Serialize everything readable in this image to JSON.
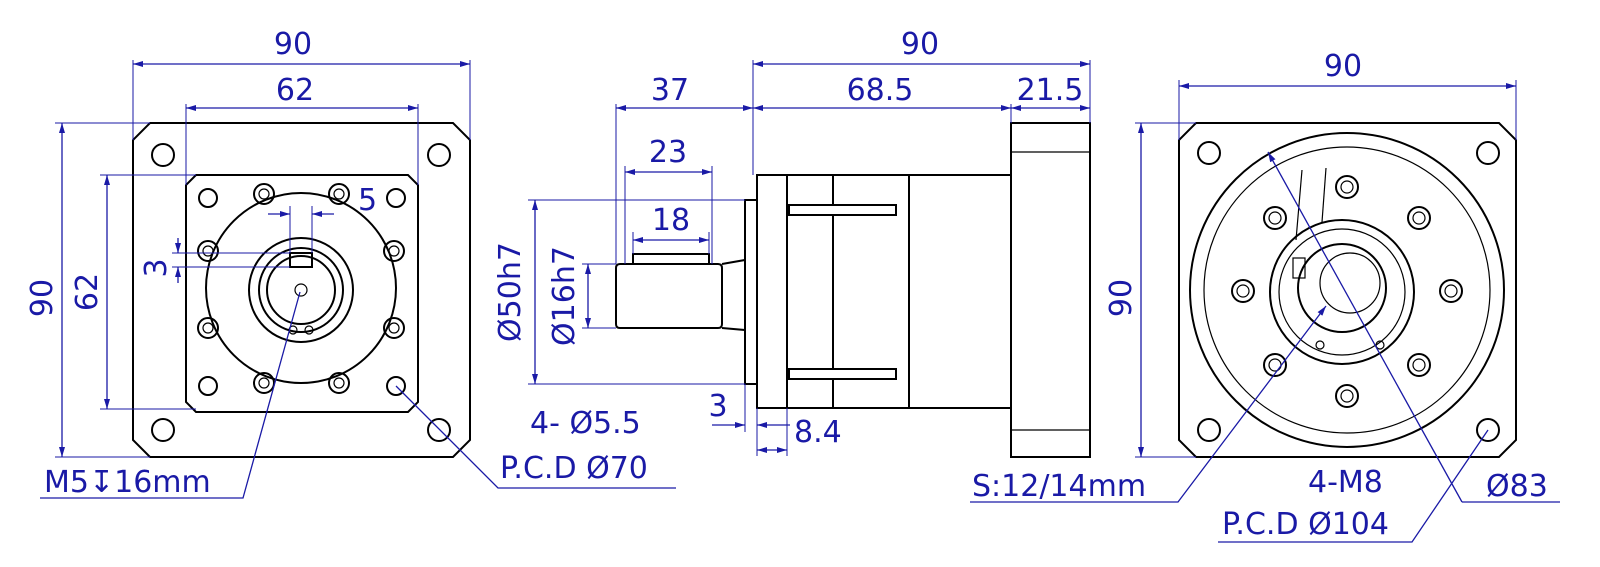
{
  "colors": {
    "dimension": "#1a1aa6",
    "outline": "#000000"
  },
  "front_view": {
    "width_outer": "90",
    "width_inner": "62",
    "height_outer": "90",
    "height_inner": "62",
    "key_width": "5",
    "key_depth": "3",
    "tap_note": "M5↧16mm",
    "hole_note": "4- Ø5.5",
    "pcd_note": "P.C.D Ø70"
  },
  "side_view": {
    "overall_length": "90",
    "shaft_length": "37",
    "body_length": "68.5",
    "flange_length": "21.5",
    "shaft_offset": "23",
    "key_length": "18",
    "pilot_dia": "Ø50h7",
    "shaft_dia": "Ø16h7",
    "pilot_height": "3",
    "flange_thickness": "8.4"
  },
  "rear_view": {
    "width": "90",
    "height": "90",
    "bore_note": "S:12/14mm",
    "tap_count": "4-M8",
    "pcd_note": "P.C.D Ø104",
    "circle_dia": "Ø83"
  }
}
